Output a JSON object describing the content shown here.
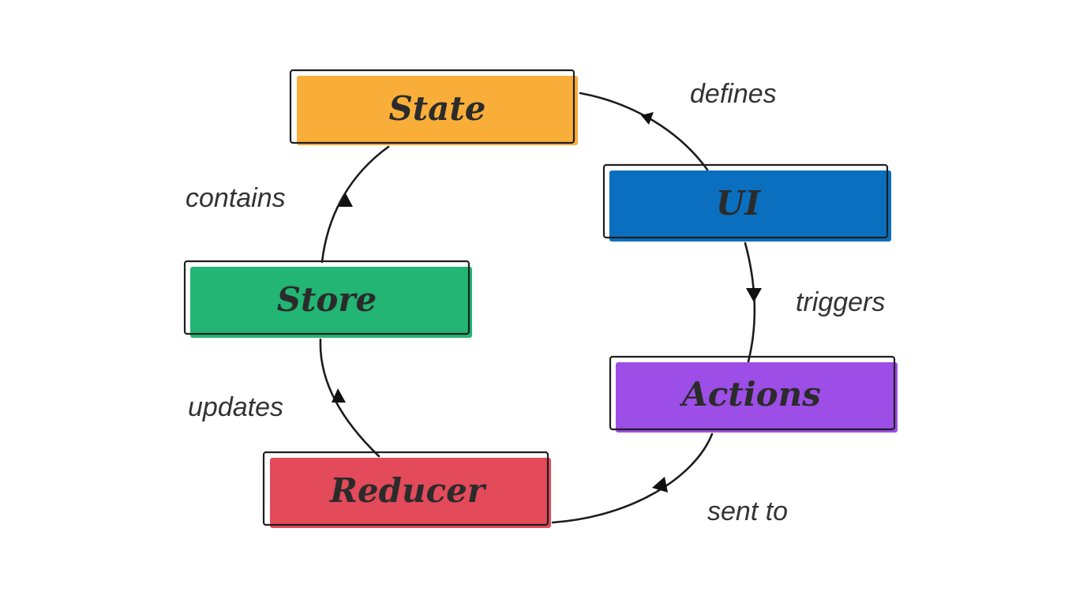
{
  "nodes": {
    "state": {
      "label": "State",
      "color": "#F9AE3A"
    },
    "ui": {
      "label": "UI",
      "color": "#0B6FBF"
    },
    "actions": {
      "label": "Actions",
      "color": "#9D4EE6"
    },
    "reducer": {
      "label": "Reducer",
      "color": "#E34A5A"
    },
    "store": {
      "label": "Store",
      "color": "#22B573"
    }
  },
  "edges": {
    "state_ui": {
      "label": "defines"
    },
    "ui_actions": {
      "label": "triggers"
    },
    "actions_reducer": {
      "label": "sent to"
    },
    "reducer_store": {
      "label": "updates"
    },
    "store_state": {
      "label": "contains"
    }
  }
}
